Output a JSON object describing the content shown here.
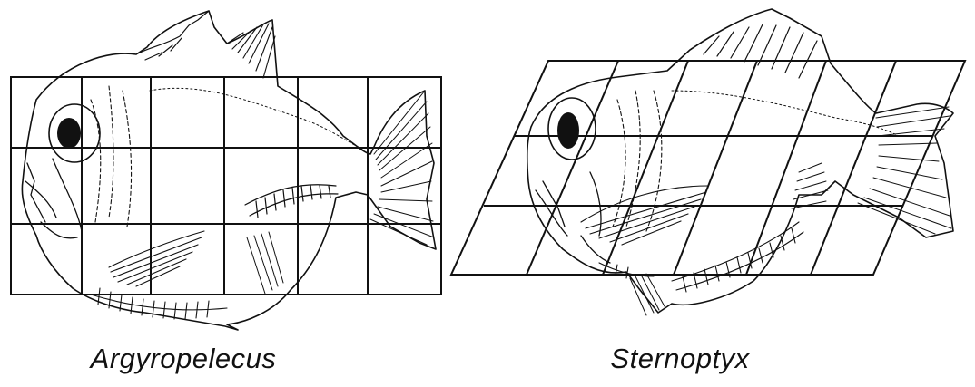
{
  "figure": {
    "left_panel": {
      "caption": "Argyropelecus",
      "grid_rows": 3,
      "grid_cols": 6,
      "transform": "rectangular"
    },
    "right_panel": {
      "caption": "Sternoptyx",
      "grid_rows": 3,
      "grid_cols": 6,
      "transform": "oblique (sheared)"
    },
    "colors": {
      "ink": "#111111",
      "background": "#ffffff"
    }
  }
}
